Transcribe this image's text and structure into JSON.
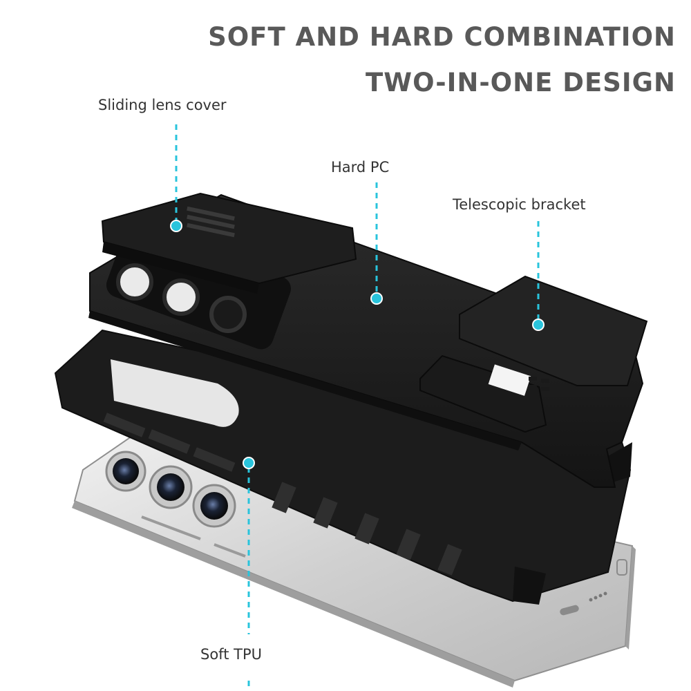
{
  "headline": {
    "line1": "SOFT AND HARD COMBINATION",
    "line2": "TWO-IN-ONE DESIGN"
  },
  "callouts": {
    "sliding_lens_cover": "Sliding lens cover",
    "hard_pc": "Hard PC",
    "telescopic_bracket": "Telescopic bracket",
    "soft_tpu": "Soft TPU"
  },
  "colors": {
    "accent_line": "#29c4dc",
    "headline_text": "#595959",
    "case_black": "#1b1b1b",
    "phone_silver": "#d2d2d2"
  }
}
